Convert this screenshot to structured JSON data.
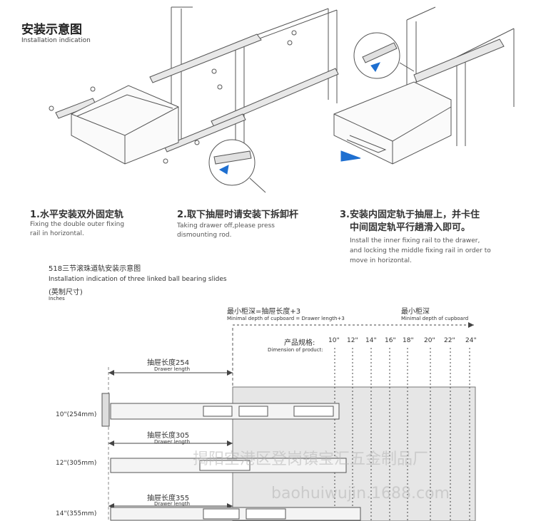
{
  "header": {
    "title_cn": "安装示意图",
    "title_en": "Installation indication"
  },
  "steps": [
    {
      "title": "1.水平安装双外固定轨",
      "desc_lines": [
        "Fixing the double outer fixing",
        "rail in horizontal."
      ]
    },
    {
      "title": "2.取下抽屉时请安装下拆卸杆",
      "desc_lines": [
        "Taking drawer off,please press",
        "dismounting rod."
      ]
    },
    {
      "title_lines": [
        "3.安装内固定轨于抽屉上，并卡住",
        "中间固定轨平行趟滑入即可。"
      ],
      "desc_lines": [
        "Install the inner fixing rail to the drawer,",
        "and locking the middle fixing rail in order to",
        "move in horizontal."
      ]
    }
  ],
  "diagram": {
    "title_cn": "518三节滚珠道轨安装示意图",
    "title_en": "Installation indication of three linked ball bearing slides",
    "unit_cn": "(英制尺寸)",
    "unit_en": "Inches",
    "min_depth_formula_cn": "最小柜深=抽屉长度+3",
    "min_depth_formula_en": "Minimal depth of cupboard = Drawer length+3",
    "min_depth_cn": "最小柜深",
    "min_depth_en": "Minimal depth of cupboard",
    "product_spec_cn": "产品规格:",
    "product_spec_en": "Dimension of product:",
    "sizes": [
      "10\"",
      "12\"",
      "14\"",
      "16\"",
      "18\"",
      "20\"",
      "22\"",
      "24\""
    ],
    "rows": [
      {
        "size_label": "10\"(254mm)",
        "length_cn": "抽屉长度254",
        "length_en": "Drawer length"
      },
      {
        "size_label": "12\"(305mm)",
        "length_cn": "抽屉长度305",
        "length_en": "Drawer length"
      },
      {
        "size_label": "14\"(355mm)",
        "length_cn": "抽屉长度355",
        "length_en": "Drawer length"
      }
    ]
  },
  "watermark": {
    "line1": "揭阳空港区登岗镇宝汇五金制品厂",
    "line2": "baohuiwujin.1688.com"
  }
}
